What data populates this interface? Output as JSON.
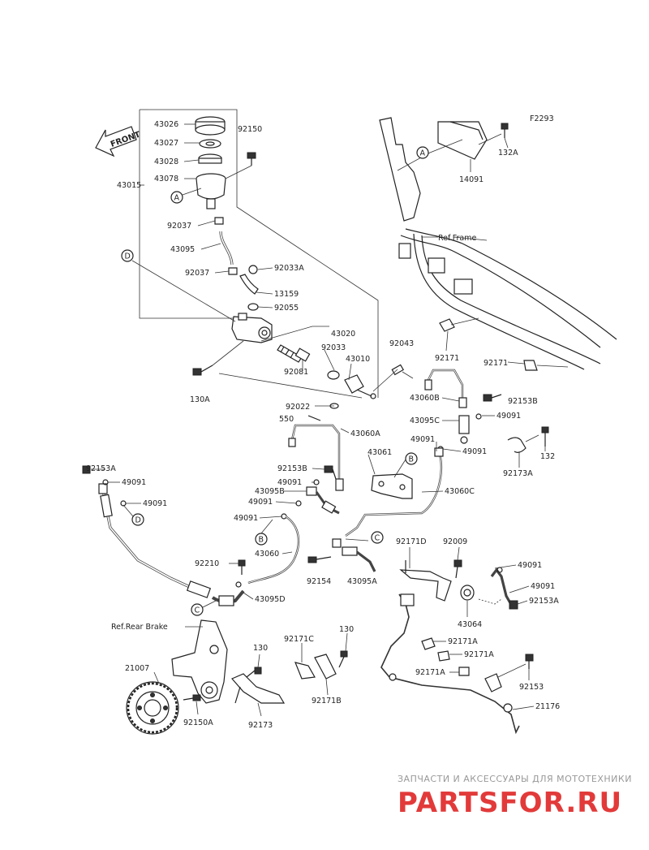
{
  "diagram_code": "F2293",
  "front_label": "FRONT",
  "ref_frame": "Ref.Frame",
  "ref_rear_brake": "Ref.Rear Brake",
  "callouts": [
    "A",
    "A",
    "B",
    "B",
    "C",
    "C",
    "D",
    "D"
  ],
  "parts": {
    "p43026": "43026",
    "p43027": "43027",
    "p43028": "43028",
    "p43078": "43078",
    "p43015": "43015",
    "p92150": "92150",
    "p92037a": "92037",
    "p43095": "43095",
    "p92037b": "92037",
    "p92033A": "92033A",
    "p13159": "13159",
    "p92055": "92055",
    "p43020": "43020",
    "p92033": "92033",
    "p43010": "43010",
    "p92081": "92081",
    "p130A": "130A",
    "p92043": "92043",
    "p92022": "92022",
    "p550": "550",
    "p43060A": "43060A",
    "p14091": "14091",
    "p132A": "132A",
    "p92171a": "92171",
    "p92171b": "92171",
    "p43060B": "43060B",
    "p92153B": "92153B",
    "p43095C": "43095C",
    "p49091a": "49091",
    "p49091b": "49091",
    "p49091c": "49091",
    "p43061": "43061",
    "p132": "132",
    "p92173A": "92173A",
    "p92153Ba": "92153B",
    "p49091d": "49091",
    "p43095B": "43095B",
    "p49091e": "49091",
    "p43060C": "43060C",
    "p92153Aa": "92153A",
    "p49091f": "49091",
    "p49091g": "49091",
    "p49091h": "49091",
    "p43060": "43060",
    "p92154": "92154",
    "p43095A": "43095A",
    "p92171D": "92171D",
    "p92009": "92009",
    "p49091i": "49091",
    "p49091j": "49091",
    "p92153Ab": "92153A",
    "p43064": "43064",
    "p92210": "92210",
    "p43095D": "43095D",
    "p130a": "130",
    "p130b": "130",
    "p92171C": "92171C",
    "p92171Aa": "92171A",
    "p92171Ab": "92171A",
    "p92171Ac": "92171A",
    "p21007": "21007",
    "p92150A": "92150A",
    "p92173": "92173",
    "p92171B": "92171B",
    "p92153": "92153",
    "p21176": "21176"
  },
  "watermark": {
    "line1": "ЗАПЧАСТИ И АКСЕССУАРЫ ДЛЯ МОТОТЕХНИКИ",
    "line2": "PARTSFOR.RU"
  }
}
